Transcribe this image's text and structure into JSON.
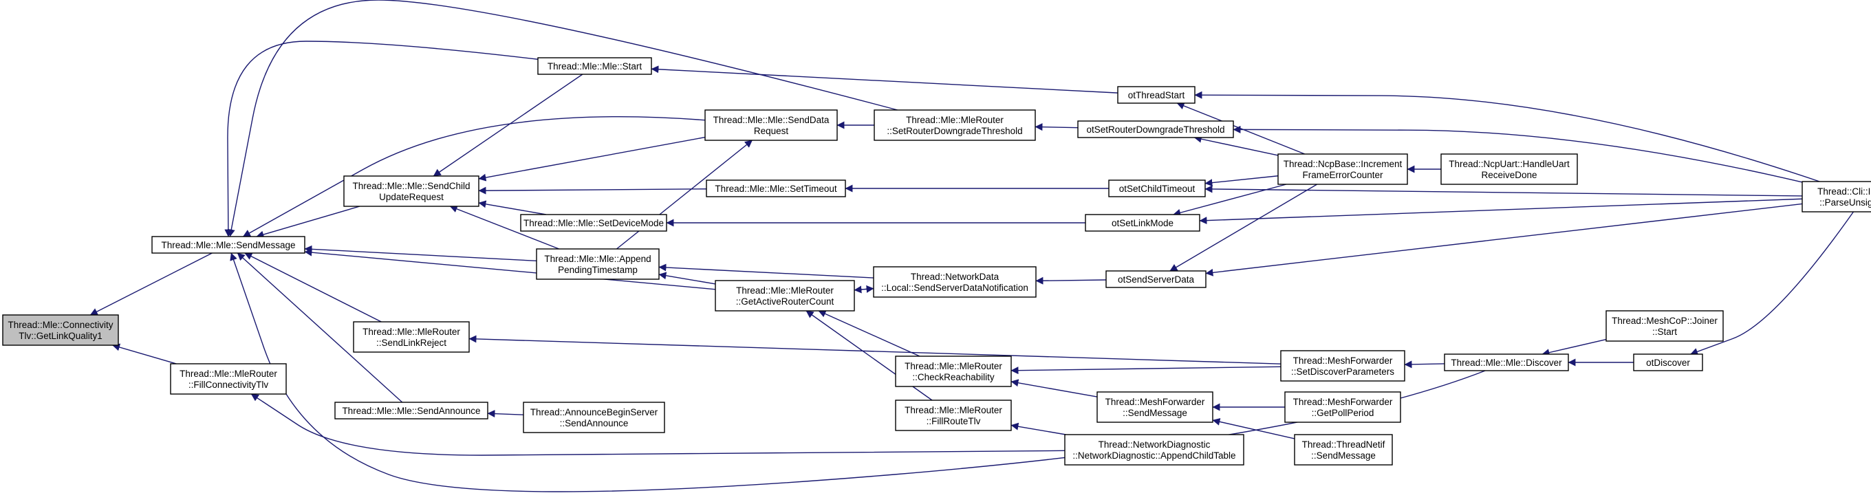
{
  "graph": {
    "edge_color": "#191970",
    "root_fill": "#bfbfbf",
    "nodes": [
      {
        "id": "root",
        "lines": [
          "Thread::Mle::Connectivity",
          "Tlv::GetLinkQuality1"
        ],
        "root": true
      },
      {
        "id": "sendmsg",
        "lines": [
          "Thread::Mle::Mle::SendMessage"
        ]
      },
      {
        "id": "fillconn",
        "lines": [
          "Thread::Mle::MleRouter",
          "::FillConnectivityTlv"
        ]
      },
      {
        "id": "sendchild",
        "lines": [
          "Thread::Mle::Mle::SendChild",
          "UpdateRequest"
        ]
      },
      {
        "id": "start",
        "lines": [
          "Thread::Mle::Mle::Start"
        ]
      },
      {
        "id": "append",
        "lines": [
          "Thread::Mle::Mle::Append",
          "PendingTimestamp"
        ]
      },
      {
        "id": "sendlinkreject",
        "lines": [
          "Thread::Mle::MleRouter",
          "::SendLinkReject"
        ]
      },
      {
        "id": "sendannounce",
        "lines": [
          "Thread::Mle::Mle::SendAnnounce"
        ]
      },
      {
        "id": "sendannounce2",
        "lines": [
          "Thread::AnnounceBeginServer",
          "::SendAnnounce"
        ]
      },
      {
        "id": "setdevmode",
        "lines": [
          "Thread::Mle::Mle::SetDeviceMode"
        ]
      },
      {
        "id": "senddata",
        "lines": [
          "Thread::Mle::Mle::SendData",
          "Request"
        ]
      },
      {
        "id": "settimeout",
        "lines": [
          "Thread::Mle::Mle::SetTimeout"
        ]
      },
      {
        "id": "getactive",
        "lines": [
          "Thread::Mle::MleRouter",
          "::GetActiveRouterCount"
        ]
      },
      {
        "id": "setrouterdown",
        "lines": [
          "Thread::Mle::MleRouter",
          "::SetRouterDowngradeThreshold"
        ]
      },
      {
        "id": "netdata",
        "lines": [
          "Thread::NetworkData",
          "::Local::SendServerDataNotification"
        ]
      },
      {
        "id": "checkreach",
        "lines": [
          "Thread::Mle::MleRouter",
          "::CheckReachability"
        ]
      },
      {
        "id": "fillroute",
        "lines": [
          "Thread::Mle::MleRouter",
          "::FillRouteTlv"
        ]
      },
      {
        "id": "otthreadstart",
        "lines": [
          "otThreadStart"
        ]
      },
      {
        "id": "otsetrouterdown",
        "lines": [
          "otSetRouterDowngradeThreshold"
        ]
      },
      {
        "id": "otsetchildtimeout",
        "lines": [
          "otSetChildTimeout"
        ]
      },
      {
        "id": "otsetlinkmode",
        "lines": [
          "otSetLinkMode"
        ]
      },
      {
        "id": "otsendserverdata",
        "lines": [
          "otSendServerData"
        ]
      },
      {
        "id": "meshsend",
        "lines": [
          "Thread::MeshForwarder",
          "::SendMessage"
        ]
      },
      {
        "id": "netdiag",
        "lines": [
          "Thread::NetworkDiagnostic",
          "::NetworkDiagnostic::AppendChildTable"
        ]
      },
      {
        "id": "ncpbase",
        "lines": [
          "Thread::NcpBase::Increment",
          "FrameErrorCounter"
        ]
      },
      {
        "id": "meshsetdisc",
        "lines": [
          "Thread::MeshForwarder",
          "::SetDiscoverParameters"
        ]
      },
      {
        "id": "meshpoll",
        "lines": [
          "Thread::MeshForwarder",
          "::GetPollPeriod"
        ]
      },
      {
        "id": "netifsend",
        "lines": [
          "Thread::ThreadNetif",
          "::SendMessage"
        ]
      },
      {
        "id": "ncpuart",
        "lines": [
          "Thread::NcpUart::HandleUart",
          "ReceiveDone"
        ]
      },
      {
        "id": "discover",
        "lines": [
          "Thread::Mle::Mle::Discover"
        ]
      },
      {
        "id": "joiner",
        "lines": [
          "Thread::MeshCoP::Joiner",
          "::Start"
        ]
      },
      {
        "id": "otdiscover",
        "lines": [
          "otDiscover"
        ]
      },
      {
        "id": "cli",
        "lines": [
          "Thread::Cli::Interpreter",
          "::ParseUnsignedLong"
        ]
      }
    ],
    "edges": [
      {
        "from": "sendmsg",
        "to": "root"
      },
      {
        "from": "fillconn",
        "to": "root"
      },
      {
        "from": "sendchild",
        "to": "sendmsg"
      },
      {
        "from": "start",
        "to": "sendmsg"
      },
      {
        "from": "senddata",
        "to": "sendmsg"
      },
      {
        "from": "append",
        "to": "sendmsg"
      },
      {
        "from": "getactive",
        "to": "sendmsg"
      },
      {
        "from": "sendlinkreject",
        "to": "sendmsg"
      },
      {
        "from": "sendannounce",
        "to": "sendmsg"
      },
      {
        "from": "setrouterdown",
        "to": "sendmsg"
      },
      {
        "from": "discover",
        "to": "sendmsg"
      },
      {
        "from": "netdiag",
        "to": "fillconn"
      },
      {
        "from": "start",
        "to": "sendchild"
      },
      {
        "from": "senddata",
        "to": "sendchild"
      },
      {
        "from": "settimeout",
        "to": "sendchild"
      },
      {
        "from": "setdevmode",
        "to": "sendchild"
      },
      {
        "from": "append",
        "to": "sendchild"
      },
      {
        "from": "otthreadstart",
        "to": "start"
      },
      {
        "from": "setrouterdown",
        "to": "senddata"
      },
      {
        "from": "append",
        "to": "senddata"
      },
      {
        "from": "getactive",
        "to": "append"
      },
      {
        "from": "netdata",
        "to": "append"
      },
      {
        "from": "meshsetdisc",
        "to": "sendlinkreject"
      },
      {
        "from": "sendannounce2",
        "to": "sendannounce"
      },
      {
        "from": "otsetlinkmode",
        "to": "setdevmode"
      },
      {
        "from": "otsetchildtimeout",
        "to": "settimeout"
      },
      {
        "from": "netdata",
        "to": "getactive"
      },
      {
        "from": "checkreach",
        "to": "getactive"
      },
      {
        "from": "fillroute",
        "to": "getactive"
      },
      {
        "from": "otsetrouterdown",
        "to": "setrouterdown"
      },
      {
        "from": "getactive",
        "to": "netdata"
      },
      {
        "from": "otsendserverdata",
        "to": "netdata"
      },
      {
        "from": "meshsetdisc",
        "to": "checkreach"
      },
      {
        "from": "meshsend",
        "to": "checkreach"
      },
      {
        "from": "netdiag",
        "to": "fillroute"
      },
      {
        "from": "ncpbase",
        "to": "otthreadstart"
      },
      {
        "from": "cli",
        "to": "otthreadstart"
      },
      {
        "from": "ncpbase",
        "to": "otsetrouterdown"
      },
      {
        "from": "cli",
        "to": "otsetrouterdown"
      },
      {
        "from": "ncpbase",
        "to": "otsetchildtimeout"
      },
      {
        "from": "cli",
        "to": "otsetchildtimeout"
      },
      {
        "from": "ncpbase",
        "to": "otsetlinkmode"
      },
      {
        "from": "cli",
        "to": "otsetlinkmode"
      },
      {
        "from": "ncpbase",
        "to": "otsendserverdata"
      },
      {
        "from": "cli",
        "to": "otsendserverdata"
      },
      {
        "from": "meshpoll",
        "to": "meshsend"
      },
      {
        "from": "netifsend",
        "to": "meshsend"
      },
      {
        "from": "ncpuart",
        "to": "ncpbase"
      },
      {
        "from": "discover",
        "to": "meshsetdisc"
      },
      {
        "from": "joiner",
        "to": "discover"
      },
      {
        "from": "otdiscover",
        "to": "discover"
      },
      {
        "from": "cli",
        "to": "otdiscover"
      }
    ]
  }
}
